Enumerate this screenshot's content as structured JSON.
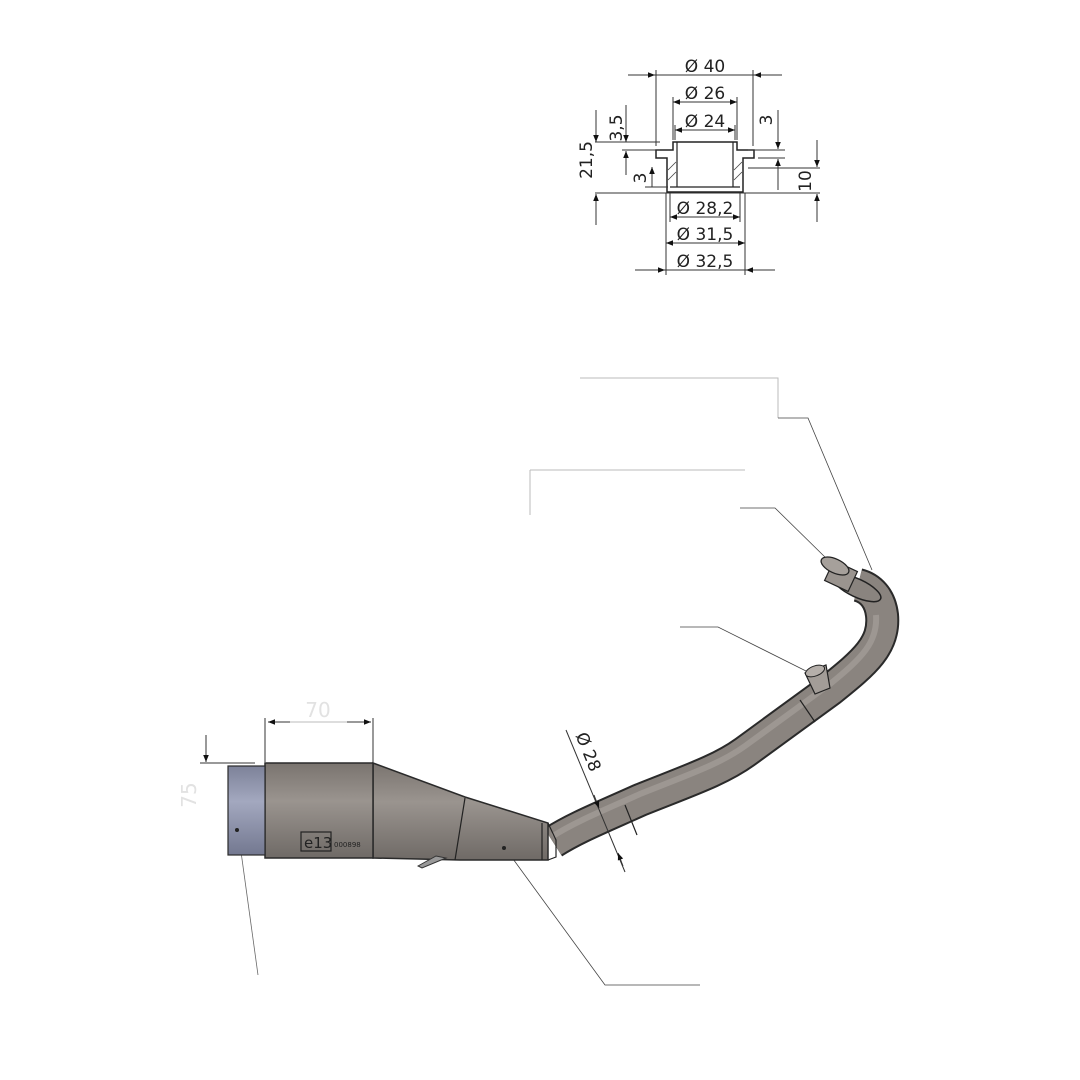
{
  "cross_section": {
    "d40": "Ø 40",
    "d26": "Ø 26",
    "d24": "Ø 24",
    "h35": "3,5",
    "h215": "21,5",
    "h3_left": "3",
    "h3_right": "3",
    "h10": "10",
    "d282": "Ø 28,2",
    "d315": "Ø 31,5",
    "d325": "Ø 32,5"
  },
  "pipe": {
    "d28": "Ø 28",
    "len70": "70",
    "h75": "75",
    "homologation_mark": "e13",
    "homologation_code": "000898"
  },
  "colors": {
    "pipe": "#8a847f",
    "end_cap": "#8b90a8",
    "outline": "#2a2a2a"
  }
}
